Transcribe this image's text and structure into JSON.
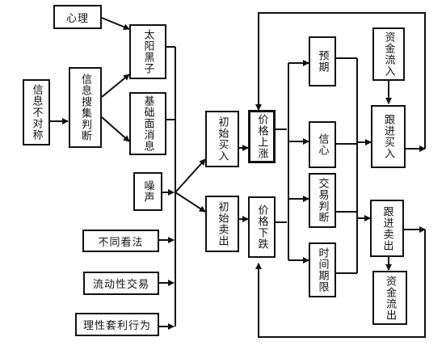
{
  "nodes": {
    "xinli": "心理",
    "xinxi_bushi": "信息不对称",
    "xinxi_shouji": "信息搜集判断",
    "taiyang": "太阳黑子",
    "jichu": "基础面消息",
    "zaosheng": "噪声",
    "butong": "不同看法",
    "liudong": "流动性交易",
    "lixing": "理性套利行为",
    "chushi_mairu": "初始买入",
    "chushi_maichu": "初始卖出",
    "jiage_shang": "价格上涨",
    "jiage_xia": "价格下跌",
    "yuqi": "预期",
    "xinxin": "信心",
    "jiaoyi": "交易判断",
    "shijian": "时间期限",
    "zijin_ru": "资金流入",
    "genjin_mairu": "跟进买入",
    "genjin_maichu": "跟进卖出",
    "zijin_chu": "资金流出"
  }
}
